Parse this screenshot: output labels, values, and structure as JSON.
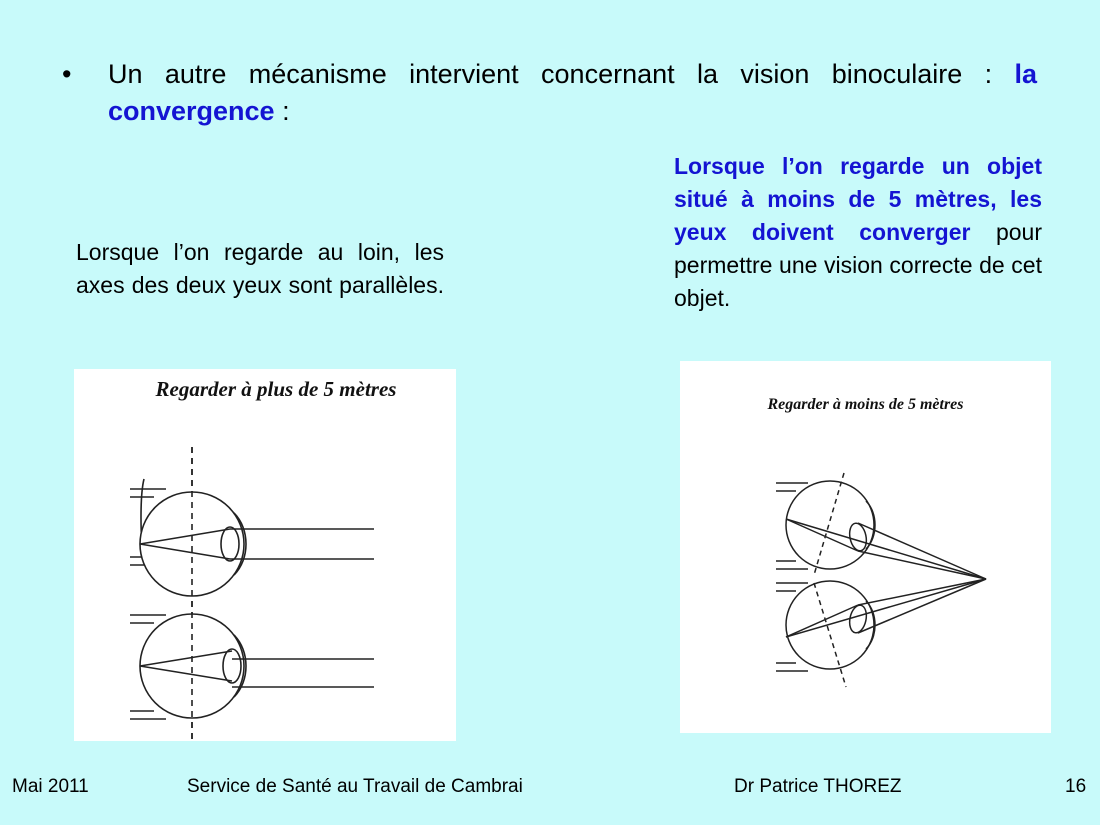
{
  "slide": {
    "bullet": {
      "symbol": "•",
      "text": "Un autre mécanisme intervient concernant la vision binoculaire : ",
      "emphasis": "la convergence",
      "suffix": " :"
    },
    "left_text": "Lorsque l’on regarde au loin, les axes des deux yeux sont parallèles.",
    "right_text": {
      "bold_part_1": "Lorsque l’on regarde un objet situé à moins de 5 mètres,",
      "bold_part_2": "les yeux doivent converger",
      "normal_part": " pour permettre une vision correcte de cet objet."
    },
    "figures": {
      "far_title": "Regarder à plus de 5 mètres",
      "near_title": "Regarder à moins de 5 mètres"
    }
  },
  "footer": {
    "date": "Mai 2011",
    "organization": "Service de Santé au Travail de Cambrai",
    "author": "Dr Patrice THOREZ",
    "page_number": "16"
  },
  "colors": {
    "background": "#c8fafa",
    "emphasis_blue": "#1414d2"
  }
}
